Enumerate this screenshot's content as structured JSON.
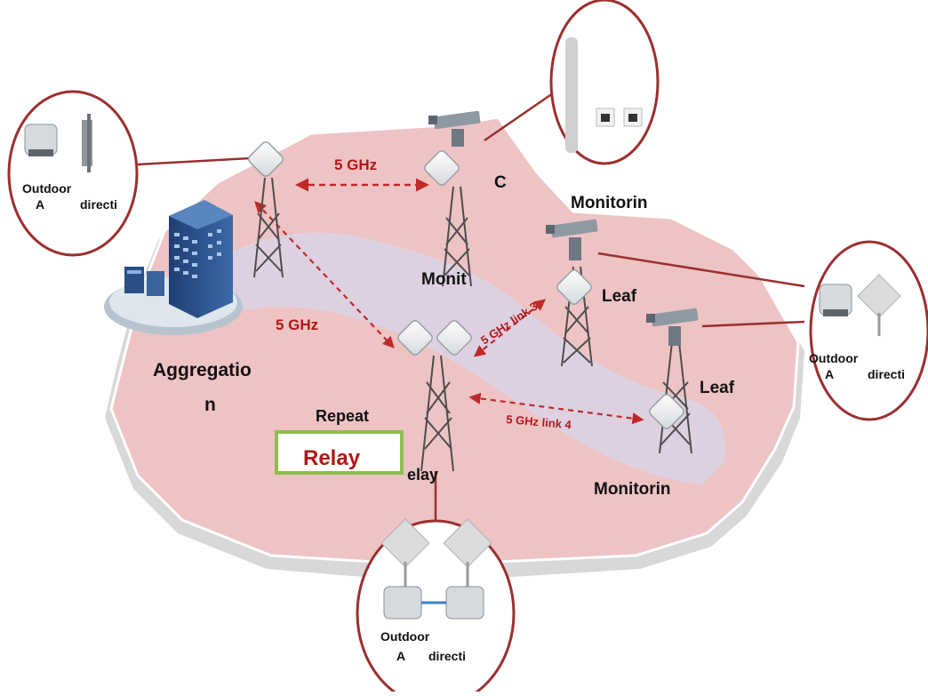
{
  "links": {
    "top_link": "5 GHz",
    "left_link": "5 GHz",
    "link3": "5 GHz link 3",
    "link4": "5 GHz link 4"
  },
  "sites": {
    "aggregation_line1": "Aggregatio",
    "aggregation_line2": "n",
    "monitoring_top": "Monitorin",
    "monit_center": "Monit",
    "leaf_1": "Leaf",
    "leaf_2": "Leaf",
    "repeat": "Repeat",
    "relay_tail": "elay",
    "monitoring_bottom": "Monitorin",
    "c_fragment": "C"
  },
  "relay_box": {
    "label": "Relay"
  },
  "callouts": {
    "left": {
      "line1": "Outdoor",
      "line2a": "A",
      "line2b": "directi"
    },
    "right": {
      "line1": "Outdoor",
      "line2a": "A",
      "line2b": "directi"
    },
    "bottom": {
      "line1": "Outdoor",
      "line2a": "A",
      "line2b": "directi"
    }
  },
  "colors": {
    "zone_fill": "#eec3c4",
    "path_band": "#d9d3e6",
    "callout_border": "#9b2f2f",
    "link_red": "#c0282a",
    "relay_border": "#8cbf4e"
  }
}
